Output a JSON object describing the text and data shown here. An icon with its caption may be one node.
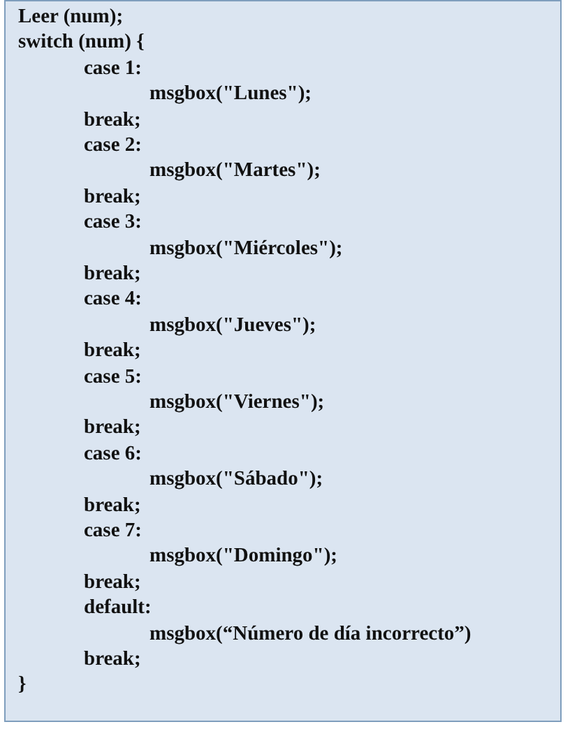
{
  "diagram": {
    "nodes": [
      {
        "text": [
          "Leer (num);",
          "switch (num) {",
          "case 1:",
          "msgbox(\"Lunes\");",
          "break;",
          "case 2:",
          "msgbox(\"Martes\");",
          "break;",
          "case 3:",
          "msgbox(\"Miércoles\");",
          "break;",
          "case 4:",
          "msgbox(\"Jueves\");",
          "break;",
          "case 5:",
          "msgbox(\"Viernes\");",
          "break;",
          "case 6:",
          "msgbox(\"Sábado\");",
          "break;",
          "case 7:",
          "msgbox(\"Domingo\");",
          "break;",
          "default:",
          "msgbox(“Número de día incorrecto”)",
          "break;",
          "}"
        ]
      }
    ]
  }
}
